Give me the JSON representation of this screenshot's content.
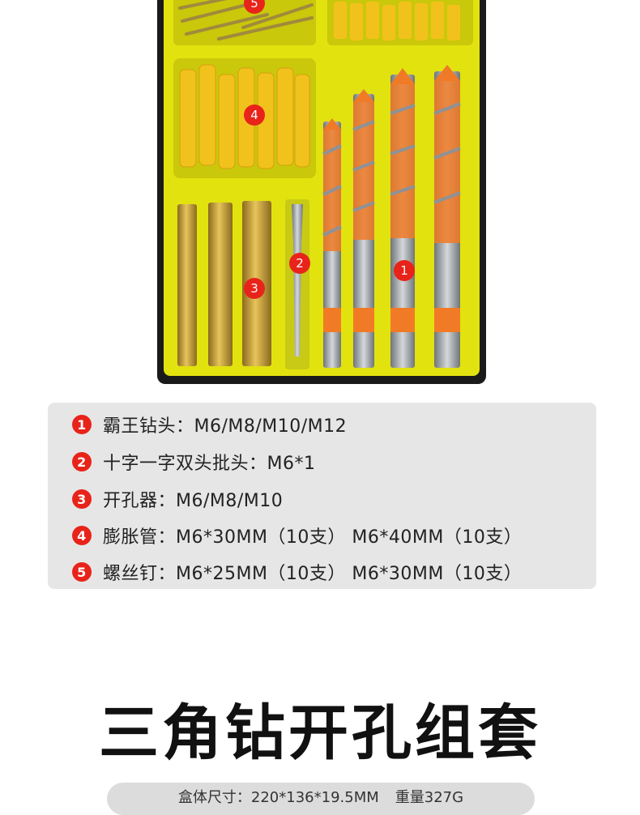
{
  "markers": [
    "1",
    "2",
    "3",
    "4",
    "5"
  ],
  "specs": [
    {
      "num": "1",
      "text": "霸王钻头：M6/M8/M10/M12"
    },
    {
      "num": "2",
      "text": "十字一字双头批头：M6*1"
    },
    {
      "num": "3",
      "text": "开孔器：M6/M8/M10"
    },
    {
      "num": "4",
      "text": "膨胀管：M6*30MM（10支）  M6*40MM（10支）"
    },
    {
      "num": "5",
      "text": "螺丝钉：M6*25MM（10支）  M6*30MM（10支）"
    }
  ],
  "title": "三角钻开孔组套",
  "box_size": "盒体尺寸：220*136*19.5MM",
  "weight": "重量327G",
  "colors": {
    "tray_yellow": "#e2e20f",
    "drill_orange": "#f07a26",
    "marker_red": "#e8231a",
    "panel_grey": "#e6e6e6"
  }
}
